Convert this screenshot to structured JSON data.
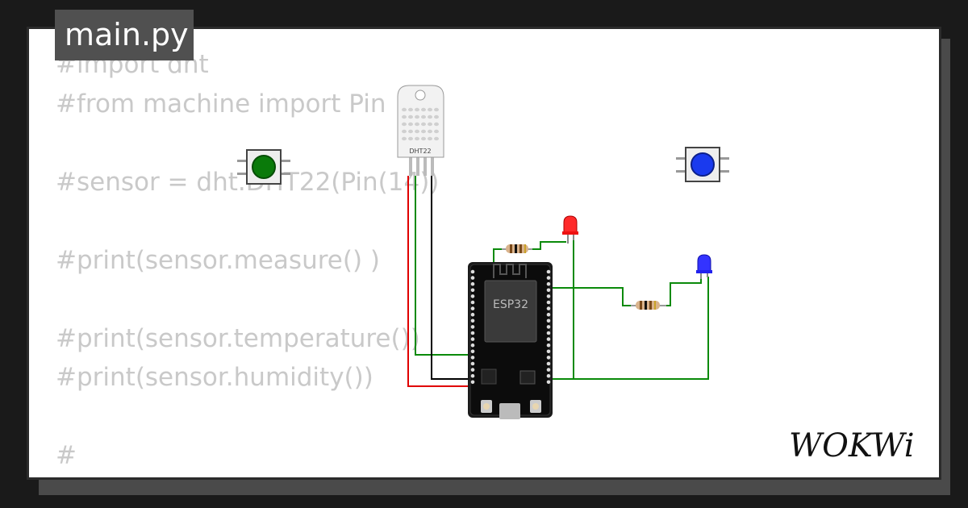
{
  "header": {
    "title": "main.py"
  },
  "code_lines": [
    "#import dht",
    "#from machine import Pin",
    "",
    "#sensor = dht.DHT22(Pin(14))",
    "",
    "#print(sensor.measure() )",
    "",
    "#print(sensor.temperature())",
    "#print(sensor.humidity())",
    "",
    "#"
  ],
  "sensor": {
    "label": "DHT22"
  },
  "board": {
    "label": "ESP32"
  },
  "brand": {
    "logo_text": "WOKWi"
  },
  "colors": {
    "background": "#1a1a1a",
    "card": "#ffffff",
    "code_text": "#c9c9c9",
    "wire_green": "#0a8a0a",
    "wire_red": "#e00000",
    "wire_black": "#000000",
    "led_red": "#ff2a2a",
    "led_blue": "#3333ff",
    "button_green": "#0a7a0a",
    "button_blue": "#1a3aee"
  },
  "icons": [
    "dht22-sensor",
    "push-button-green",
    "push-button-blue",
    "led-red",
    "led-blue",
    "resistor",
    "esp32-board",
    "wokwi-logo"
  ]
}
